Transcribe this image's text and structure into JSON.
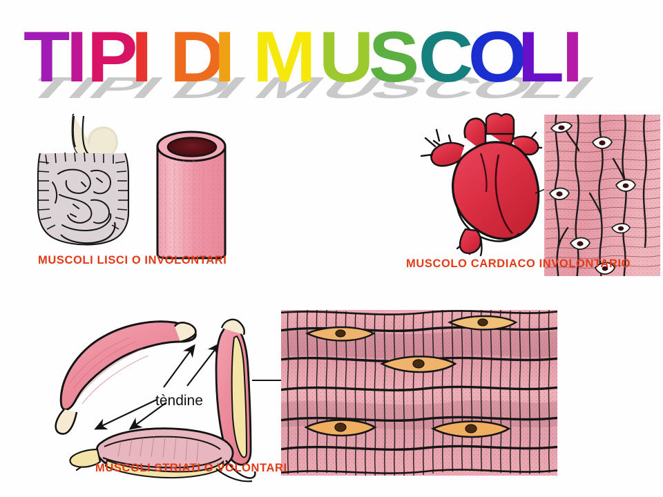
{
  "slide": {
    "title": "TIPI DI MUSCOLI",
    "background_color": "#FFFFFF",
    "title_letters": [
      {
        "char": "T",
        "color": "#A01CB4"
      },
      {
        "char": "I",
        "color": "#BE1496"
      },
      {
        "char": "P",
        "color": "#D81264"
      },
      {
        "char": "I",
        "color": "#E8332E"
      },
      {
        "char": " ",
        "color": "#E8432A"
      },
      {
        "char": "D",
        "color": "#EE6A1C"
      },
      {
        "char": "I",
        "color": "#F0A015"
      },
      {
        "char": " ",
        "color": "#F2C010"
      },
      {
        "char": "M",
        "color": "#F6E80A"
      },
      {
        "char": "U",
        "color": "#9CCA2E"
      },
      {
        "char": "S",
        "color": "#5CAF41"
      },
      {
        "char": "C",
        "color": "#17807E"
      },
      {
        "char": "O",
        "color": "#1B2FD0"
      },
      {
        "char": "L",
        "color": "#6A10C8"
      },
      {
        "char": "I",
        "color": "#B41CA8"
      }
    ],
    "title_shadow_color": "#C9C9C9"
  },
  "captions": {
    "smooth": "MUSCOLI LISCI O  INVOLONTARI",
    "cardiac": "MUSCOLO CARDIACO INVOLONTARIO",
    "striated": "MUSCOLI STRIATI O  VOLONTARI",
    "color": "#E23A17"
  },
  "figures": {
    "smooth": {
      "parts": [
        "stomach-intestines-drawing",
        "smooth-muscle-tube-cross-section"
      ],
      "stomach_fill": "#EFE8D2",
      "intestine_fill": "#DCD3D6",
      "tube_wall_fill": "#F1A6B4",
      "tube_lumen_fill": "#5E1018",
      "outline_color": "#141414"
    },
    "cardiac": {
      "parts": [
        "heart-drawing",
        "cardiac-muscle-tissue",
        "leader-line"
      ],
      "heart_fill": "#E2384A",
      "heart_dark": "#C01F30",
      "tissue_fill": "#EAA7B0",
      "nucleus_fill": "#4A1018",
      "outline_color": "#141414"
    },
    "striated": {
      "parts": [
        "arm-biceps-drawing",
        "tendon-arrows",
        "striated-muscle-tissue",
        "leader-line"
      ],
      "label_tendine": "tèndine",
      "muscle_fill": "#EE97A4",
      "tendon_fill": "#F4E4A8",
      "tissue_fill": "#EFA8B2",
      "nucleus_fill": "#EEB36A",
      "outline_color": "#141414"
    }
  }
}
